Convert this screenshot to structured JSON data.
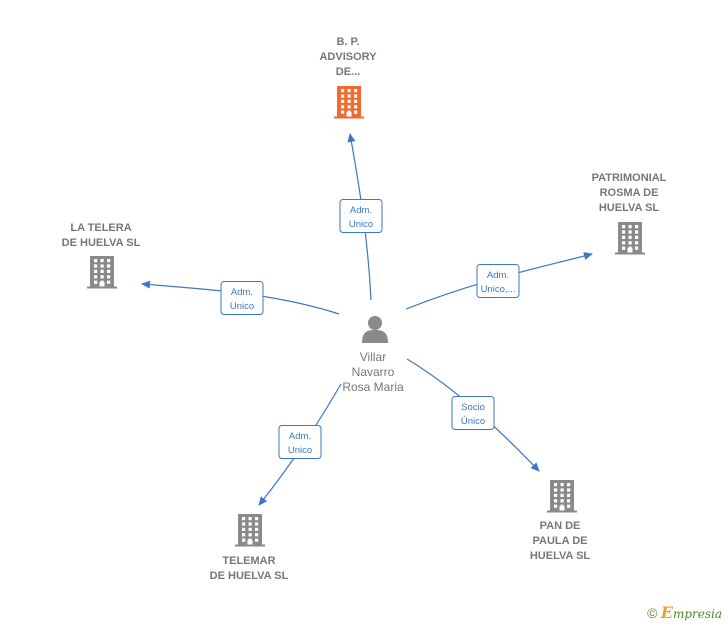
{
  "colors": {
    "edge": "#3a78c9",
    "building_main": "#f26a30",
    "building_other": "#8a8a8a",
    "person": "#8a8a8a",
    "text": "#777777"
  },
  "center": {
    "icon": "person-icon",
    "lines": [
      "Villar",
      "Navarro",
      "Rosa Maria"
    ]
  },
  "companies": [
    {
      "id": "bp",
      "lines": [
        "B. P.",
        "ADVISORY",
        "DE..."
      ],
      "icon": "building-icon",
      "highlight": true
    },
    {
      "id": "patrimonial",
      "lines": [
        "PATRIMONIAL",
        "ROSMA DE",
        "HUELVA SL"
      ],
      "icon": "building-icon",
      "highlight": false
    },
    {
      "id": "telera",
      "lines": [
        "LA TELERA",
        "DE HUELVA  SL"
      ],
      "icon": "building-icon",
      "highlight": false
    },
    {
      "id": "pan",
      "lines": [
        "PAN DE",
        "PAULA DE",
        "HUELVA  SL"
      ],
      "icon": "building-icon",
      "highlight": false
    },
    {
      "id": "telemar",
      "lines": [
        "TELEMAR",
        "DE HUELVA SL"
      ],
      "icon": "building-icon",
      "highlight": false
    }
  ],
  "relations": [
    {
      "target": "bp",
      "lines": [
        "Adm.",
        "Unico"
      ]
    },
    {
      "target": "patrimonial",
      "lines": [
        "Adm.",
        "Unico,..."
      ]
    },
    {
      "target": "telera",
      "lines": [
        "Adm.",
        "Unico"
      ]
    },
    {
      "target": "pan",
      "lines": [
        "Socio",
        "Único"
      ]
    },
    {
      "target": "telemar",
      "lines": [
        "Adm.",
        "Unico"
      ]
    }
  ],
  "footer": {
    "copyright": "©",
    "brand_initial": "E",
    "brand_rest": "mpresia"
  }
}
